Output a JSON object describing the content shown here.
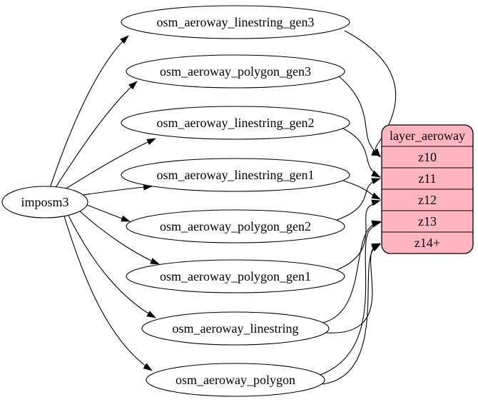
{
  "diagram": {
    "type": "graphviz-dependency-graph",
    "colors": {
      "background": "#ffffff",
      "node_fill": "#ffffff",
      "layer_fill": "#ffb6c1",
      "stroke": "#000000"
    },
    "source": {
      "label": "imposm3"
    },
    "tables": [
      {
        "label": "osm_aeroway_linestring_gen3"
      },
      {
        "label": "osm_aeroway_polygon_gen3"
      },
      {
        "label": "osm_aeroway_linestring_gen2"
      },
      {
        "label": "osm_aeroway_linestring_gen1"
      },
      {
        "label": "osm_aeroway_polygon_gen2"
      },
      {
        "label": "osm_aeroway_polygon_gen1"
      },
      {
        "label": "osm_aeroway_linestring"
      },
      {
        "label": "osm_aeroway_polygon"
      }
    ],
    "layer_node": {
      "title": "layer_aeroway",
      "rows": [
        "z10",
        "z11",
        "z12",
        "z13",
        "z14+"
      ]
    },
    "edges": {
      "from_source_to": [
        "osm_aeroway_linestring_gen3",
        "osm_aeroway_polygon_gen3",
        "osm_aeroway_linestring_gen2",
        "osm_aeroway_linestring_gen1",
        "osm_aeroway_polygon_gen2",
        "osm_aeroway_polygon_gen1",
        "osm_aeroway_linestring",
        "osm_aeroway_polygon"
      ],
      "to_layer": [
        {
          "from": "osm_aeroway_linestring_gen3",
          "to": "z10"
        },
        {
          "from": "osm_aeroway_polygon_gen3",
          "to": "z10"
        },
        {
          "from": "osm_aeroway_linestring_gen2",
          "to": "z11"
        },
        {
          "from": "osm_aeroway_polygon_gen2",
          "to": "z11"
        },
        {
          "from": "osm_aeroway_linestring_gen1",
          "to": "z12"
        },
        {
          "from": "osm_aeroway_polygon_gen1",
          "to": "z12"
        },
        {
          "from": "osm_aeroway_linestring",
          "to": "z13"
        },
        {
          "from": "osm_aeroway_polygon",
          "to": "z13"
        },
        {
          "from": "osm_aeroway_linestring",
          "to": "z14+"
        },
        {
          "from": "osm_aeroway_polygon",
          "to": "z14+"
        }
      ]
    }
  }
}
